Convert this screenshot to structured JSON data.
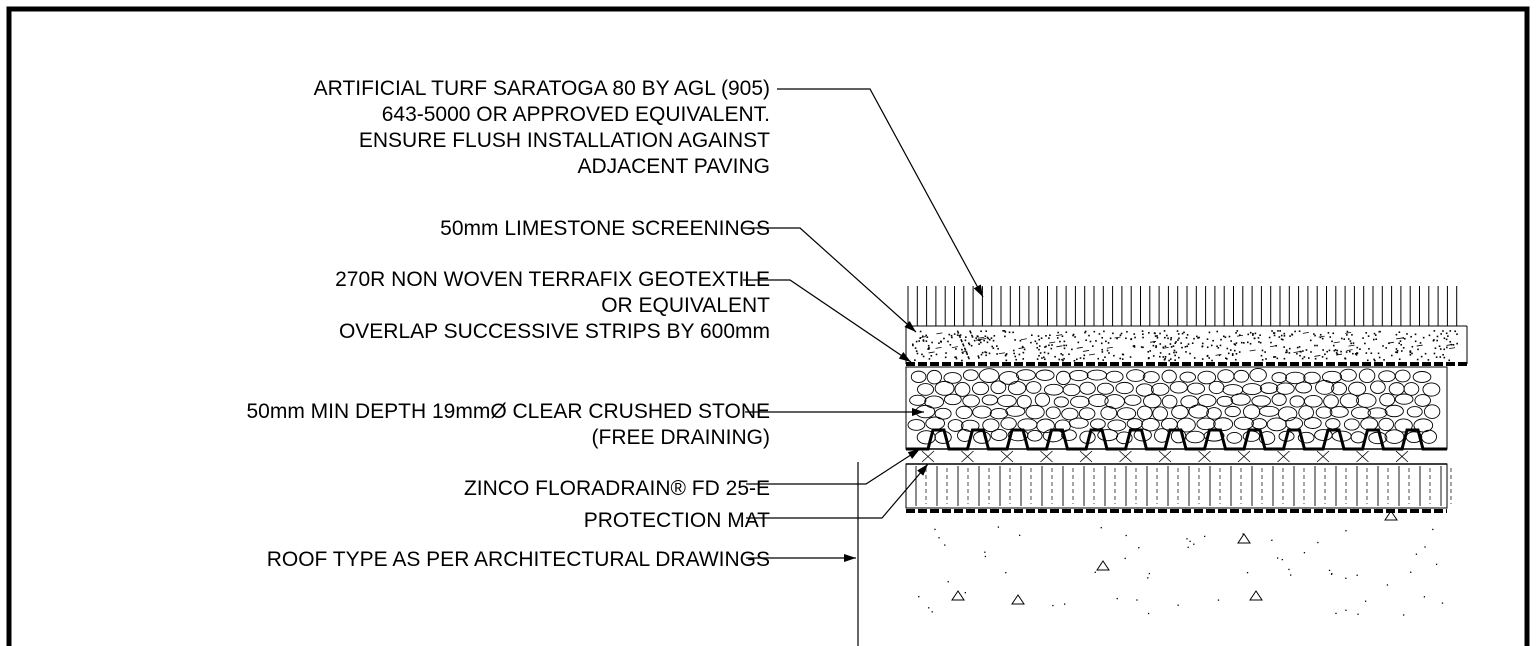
{
  "labels": {
    "turf": [
      "ARTIFICIAL TURF SARATOGA 80 BY AGL  (905)",
      "643-5000 OR APPROVED EQUIVALENT.",
      "ENSURE FLUSH INSTALLATION AGAINST",
      "ADJACENT PAVING"
    ],
    "screenings": [
      "50mm LIMESTONE SCREENINGS"
    ],
    "geotextile": [
      "270R NON WOVEN TERRAFIX GEOTEXTILE",
      "OR EQUIVALENT",
      "OVERLAP SUCCESSIVE STRIPS BY 600mm"
    ],
    "stone": [
      "50mm MIN DEPTH 19mmØ CLEAR CRUSHED STONE",
      "(FREE DRAINING)"
    ],
    "floradrain": [
      "ZINCO FLORADRAIN® FD 25-E"
    ],
    "mat": [
      "PROTECTION MAT"
    ],
    "roof": [
      "ROOF TYPE AS PER ARCHITECTURAL DRAWINGS"
    ]
  },
  "colors": {
    "ink": "#000000",
    "paper": "#ffffff"
  }
}
